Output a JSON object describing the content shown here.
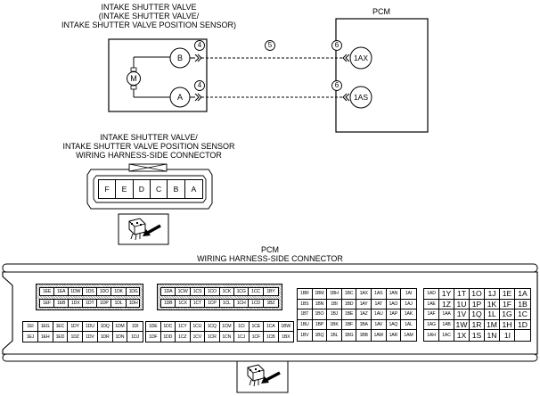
{
  "valve": {
    "title_lines": [
      "INTAKE SHUTTER VALVE",
      "(INTAKE SHUTTER VALVE/",
      "INTAKE SHUTTER VALVE POSITION SENSOR)"
    ],
    "motor": "M",
    "pins": [
      "B",
      "A"
    ]
  },
  "pcm": {
    "title": "PCM",
    "pins": [
      "1AX",
      "1AS"
    ]
  },
  "wires": {
    "markers": [
      "4",
      "5",
      "6",
      "4",
      "6"
    ]
  },
  "connector1": {
    "title_lines": [
      "INTAKE SHUTTER VALVE/",
      "INTAKE SHUTTER VALVE POSITION SENSOR",
      "WIRING HARNESS-SIDE CONNECTOR"
    ],
    "cells": [
      "F",
      "E",
      "D",
      "C",
      "B",
      "A"
    ]
  },
  "connector2": {
    "title_lines": [
      "PCM",
      "WIRING HARNESS-SIDE CONNECTOR"
    ],
    "groups": [
      [
        "1EE",
        "1EA",
        "1DW",
        "1DS",
        "1DO",
        "1DK",
        "1DG"
      ],
      [
        "1EF",
        "1EB",
        "1DX",
        "1DT",
        "1DP",
        "1DL",
        "1DH"
      ],
      [
        "1DA",
        "1CW",
        "1CS",
        "1CO",
        "1CK",
        "1CG",
        "1CC",
        "1BY"
      ],
      [
        "1DB",
        "1CX",
        "1CT",
        "1CP",
        "1CL",
        "1CH",
        "1CD",
        "1BZ"
      ],
      [
        "1EI",
        "1EG",
        "1EC",
        "1DY",
        "1DU",
        "1DQ",
        "1DM",
        "1DI"
      ],
      [
        "1EJ",
        "1EH",
        "1ED",
        "1DZ",
        "1DV",
        "1DR",
        "1DN",
        "1DJ"
      ],
      [
        "1DE",
        "1DC",
        "1CY",
        "1CU",
        "1CQ",
        "1CM",
        "1CI",
        "1CE",
        "1CA",
        "1BW"
      ],
      [
        "1DF",
        "1DD",
        "1CZ",
        "1CV",
        "1CR",
        "1CN",
        "1CJ",
        "1CF",
        "1CB",
        "1BX"
      ],
      [
        "1BR",
        "1BM",
        "1BH",
        "1BC",
        "1AX",
        "1AS",
        "1AN",
        "1AI"
      ],
      [
        "1BS",
        "1BN",
        "1BI",
        "1BD",
        "1AY",
        "1AT",
        "1AO",
        "1AJ"
      ],
      [
        "1BT",
        "1BO",
        "1BJ",
        "1BE",
        "1AZ",
        "1AU",
        "1AP",
        "1AK"
      ],
      [
        "1BU",
        "1BP",
        "1BK",
        "1BF",
        "1BA",
        "1AV",
        "1AQ",
        "1AL"
      ],
      [
        "1BV",
        "1BQ",
        "1BL",
        "1BG",
        "1BB",
        "1AW",
        "1AR",
        "1AM"
      ],
      [
        "1AD",
        "1Y",
        "1T",
        "1O",
        "1J",
        "1E",
        "1A"
      ],
      [
        "1AE",
        "1Z",
        "1U",
        "1P",
        "1K",
        "1F",
        "1B"
      ],
      [
        "1AF",
        "1AA",
        "1V",
        "1Q",
        "1L",
        "1G",
        "1C"
      ],
      [
        "1AG",
        "1AB",
        "1W",
        "1R",
        "1M",
        "1H",
        "1D"
      ],
      [
        "1AH",
        "1AC",
        "1X",
        "1S",
        "1N",
        "1I"
      ]
    ]
  }
}
